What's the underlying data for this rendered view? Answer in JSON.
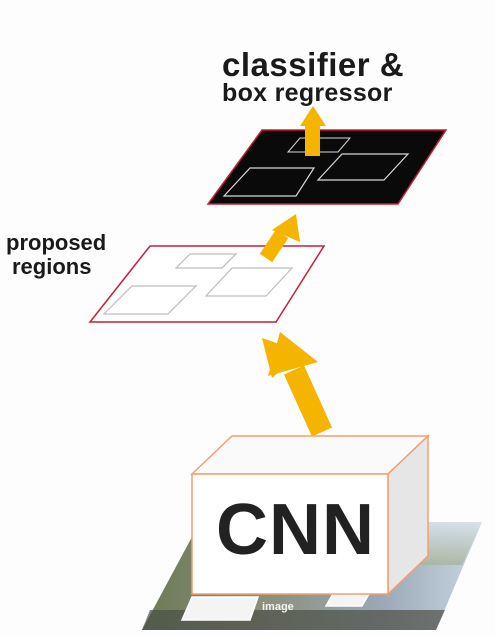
{
  "labels": {
    "title_line1": "classifier &",
    "title_line2": "box regressor",
    "proposed_line1": "proposed",
    "proposed_line2": "regions",
    "cnn": "CNN",
    "image_caption": "image"
  },
  "colors": {
    "arrow": "#f5b400",
    "arrow_stroke": "#e0a000",
    "plane_border": "#c81e3a",
    "feature_map_fill": "#0a0a0a",
    "cnn_box_stroke": "#f0a070",
    "cnn_box_side": "#e8e8e8"
  }
}
